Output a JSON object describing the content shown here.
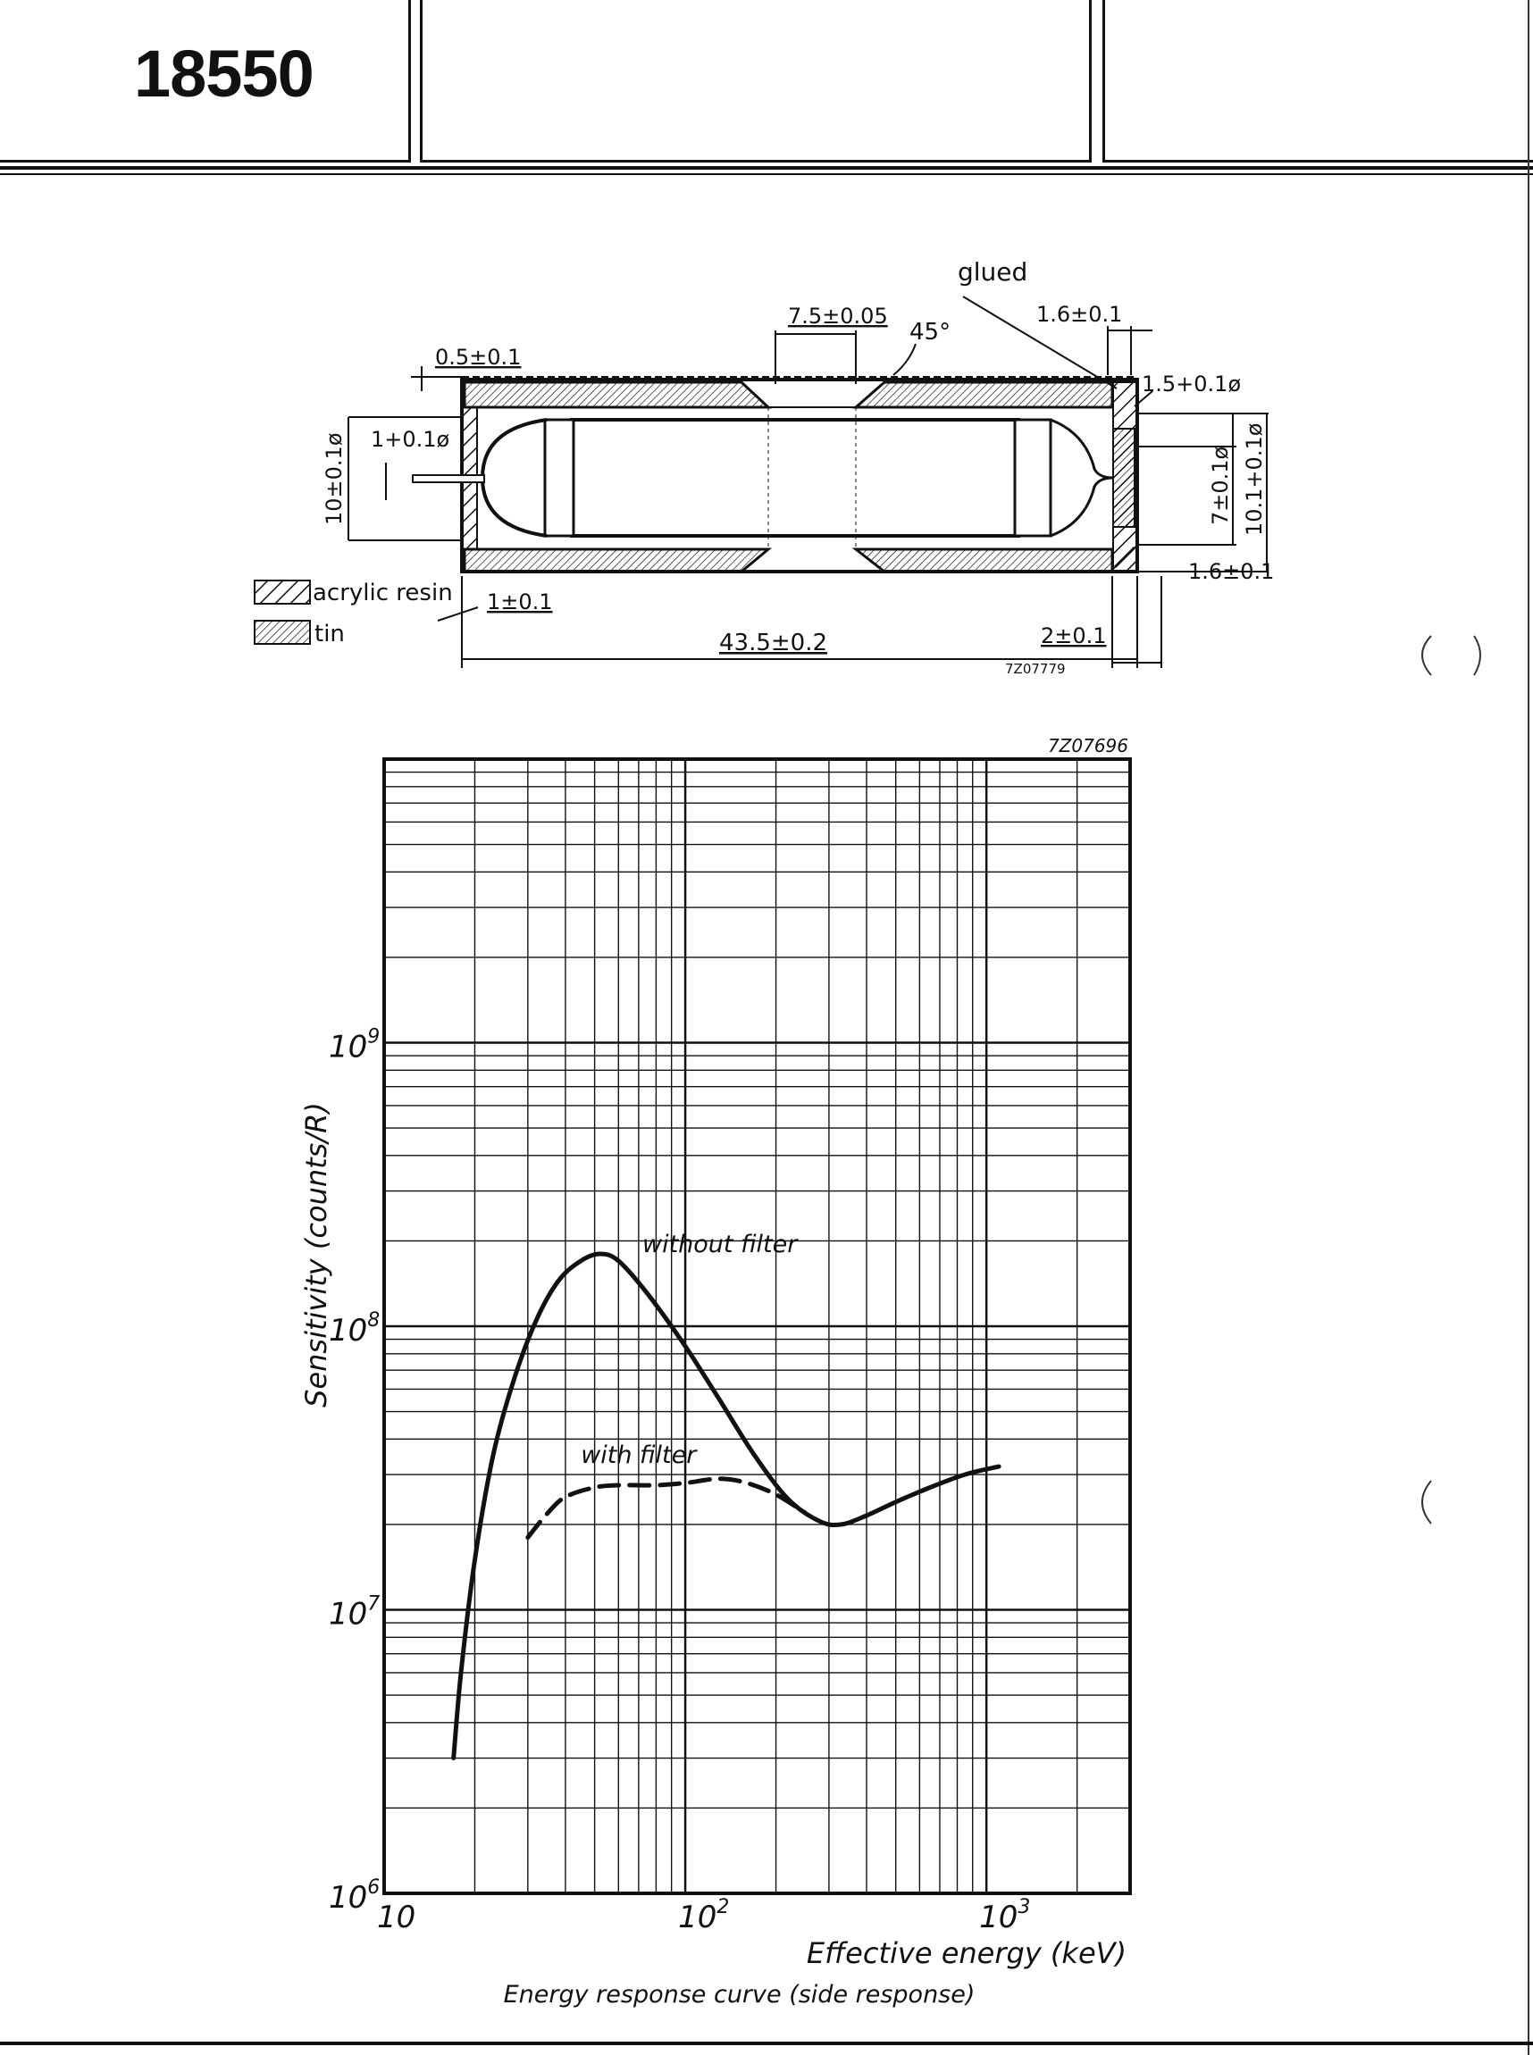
{
  "header": {
    "title": "18550"
  },
  "drawing": {
    "ref": "7Z07779",
    "labels": {
      "glued": "glued",
      "d_top_opening": "7.5±0.05",
      "d_angle": "45°",
      "d_top_right": "1.6±0.1",
      "d_wall": "0.5±0.1",
      "d_right_dia1": "1.5+0.1ø",
      "d_pin_dia": "1+0.1ø",
      "d_left_dia": "10±0.1ø",
      "d_right_dia2": "7±0.1ø",
      "d_right_dia3": "10.1+0.1ø",
      "d_right_lower": "1.6±0.1",
      "d_bottom_left": "1±0.1",
      "d_length": "43.5±0.2",
      "d_end": "2±0.1"
    },
    "legend": {
      "acrylic": "acrylic resin",
      "tin": "tin"
    }
  },
  "chart_data": {
    "type": "line",
    "ref": "7Z07696",
    "title": "",
    "caption": "Energy response curve (side response)",
    "xlabel": "Effective energy (keV)",
    "ylabel": "Sensitivity (counts/R)",
    "x_scale": "log",
    "y_scale": "log",
    "xlim": [
      10,
      3000
    ],
    "ylim": [
      1000000,
      10000000000
    ],
    "x_ticks": [
      {
        "value": 10,
        "base": "10",
        "exp": ""
      },
      {
        "value": 100,
        "base": "10",
        "exp": "2"
      },
      {
        "value": 1000,
        "base": "10",
        "exp": "3"
      }
    ],
    "y_ticks": [
      {
        "value": 1000000,
        "base": "10",
        "exp": "6"
      },
      {
        "value": 10000000,
        "base": "10",
        "exp": "7"
      },
      {
        "value": 100000000,
        "base": "10",
        "exp": "8"
      },
      {
        "value": 1000000000,
        "base": "10",
        "exp": "9"
      }
    ],
    "grid": true,
    "series": [
      {
        "name": "without filter",
        "style": "solid",
        "x": [
          17,
          18,
          20,
          23,
          27,
          32,
          38,
          45,
          52,
          60,
          75,
          100,
          130,
          170,
          220,
          280,
          330,
          400,
          500,
          650,
          850,
          1100
        ],
        "y": [
          3000000,
          6000000,
          15000000,
          35000000,
          65000000,
          105000000,
          145000000,
          170000000,
          180000000,
          170000000,
          130000000,
          85000000,
          55000000,
          35000000,
          24500000,
          20500000,
          20000000,
          21500000,
          24000000,
          27000000,
          30000000,
          32000000
        ]
      },
      {
        "name": "with filter",
        "style": "dashed",
        "x": [
          30,
          35,
          40,
          50,
          60,
          80,
          100,
          130,
          160,
          200,
          250
        ],
        "y": [
          18000000,
          22000000,
          25000000,
          27000000,
          27500000,
          27500000,
          28000000,
          29000000,
          28000000,
          25500000,
          22000000
        ]
      }
    ]
  }
}
